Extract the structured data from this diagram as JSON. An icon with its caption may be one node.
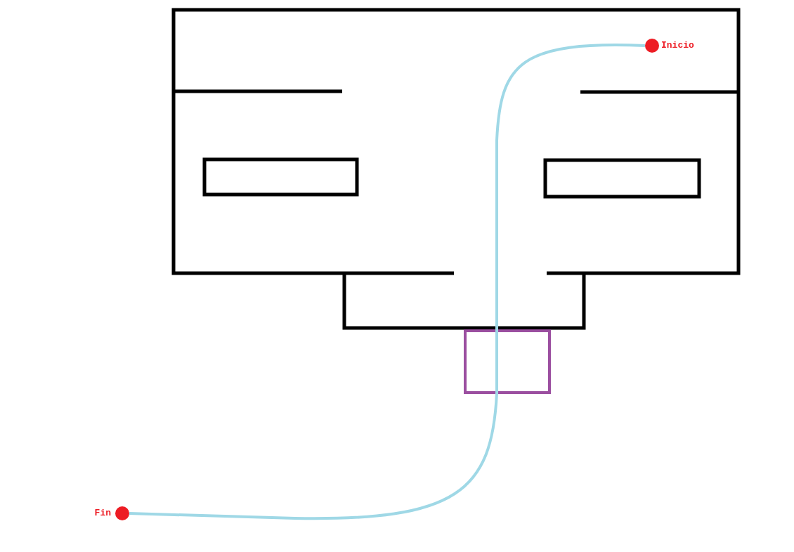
{
  "diagram": {
    "nodes": [
      {
        "text": [],
        "shape": "circle",
        "beside": [
          "Inicio"
        ]
      },
      {
        "text": [],
        "shape": "circle",
        "beside": [
          "Fin"
        ]
      }
    ],
    "edges": [
      {
        "from": 0,
        "to": 1,
        "arrow": "none",
        "color": "#9fd8e6"
      }
    ]
  }
}
